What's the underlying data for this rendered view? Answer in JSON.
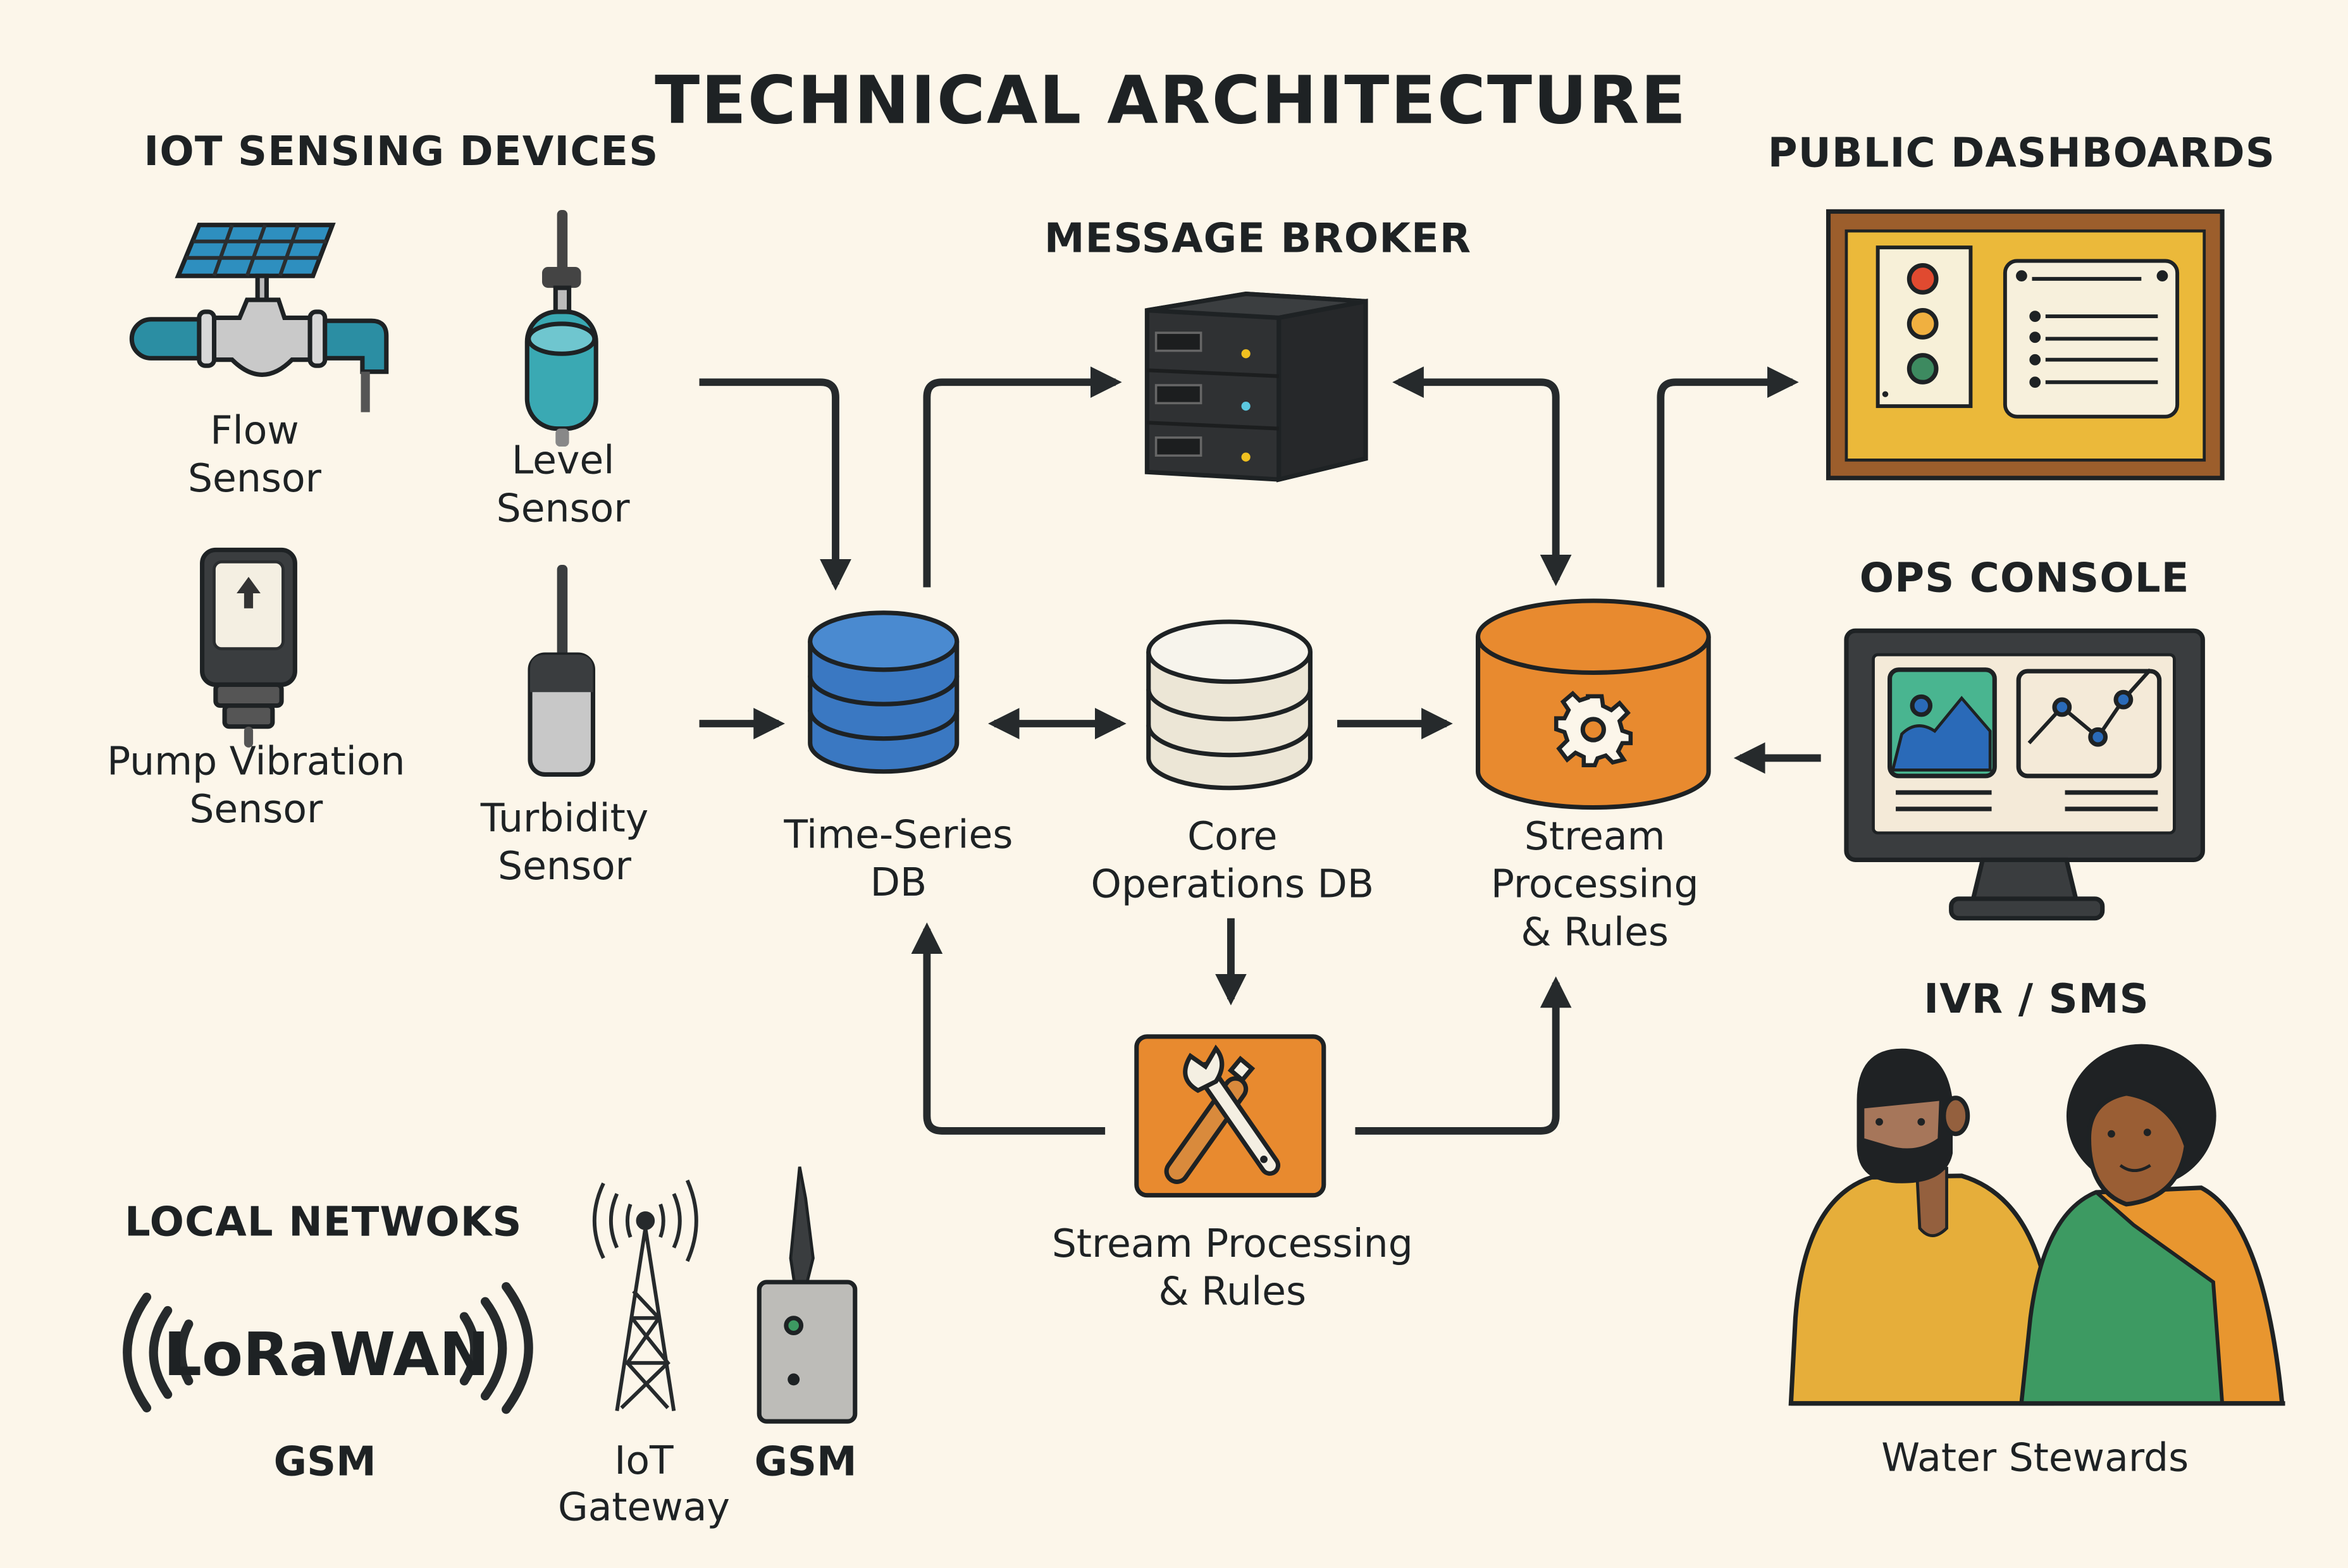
{
  "title": "TECHNICAL ARCHITECTURE",
  "sections": {
    "iot_devices": "IOT SENSING DEVICES",
    "message_broker": "MESSAGE BROKER",
    "public_dashboards": "PUBLIC DASHBOARDS",
    "ops_console": "OPS CONSOLE",
    "ivr_sms": "IVR / SMS",
    "local_networks": "LOCAL NETWOKS"
  },
  "sensors": {
    "flow": [
      "Flow",
      "Sensor"
    ],
    "level": [
      "Level",
      "Sensor"
    ],
    "pump": [
      "Pump Vibration",
      "Sensor"
    ],
    "turbidity": [
      "Turbidity",
      "Sensor"
    ]
  },
  "stores": {
    "timeseries": [
      "Time-Series",
      "DB"
    ],
    "core": [
      "Core",
      "Operations DB"
    ],
    "stream": [
      "Stream",
      "Processing",
      "& Rules"
    ]
  },
  "tools": [
    "Stream Processing",
    "& Rules"
  ],
  "networks": {
    "lorawan_logo": "LoRaWAN",
    "lorawan_caption": "GSM",
    "gateway": [
      "IoT",
      "Gateway"
    ],
    "gsm_modem": "GSM"
  },
  "people": "Water Stewards",
  "colors": {
    "background": "#fcf6ea",
    "ink": "#1e2224",
    "timeseries_db": "#3a78c2",
    "core_db": "#efeadc",
    "stream_db": "#e88a2f",
    "dashboard_frame": "#9c5e2c",
    "dashboard_board": "#ebb93a",
    "teal": "#2f8ea0",
    "green": "#3d9a62"
  }
}
